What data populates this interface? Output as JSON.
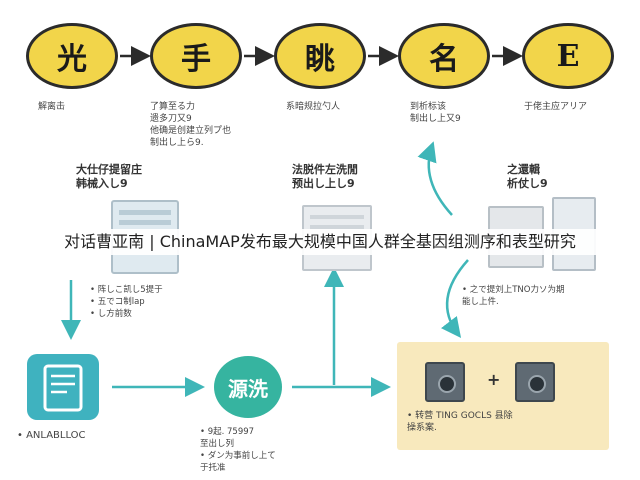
{
  "stages": [
    {
      "symbol": "光",
      "caption": "解离击"
    },
    {
      "symbol": "手",
      "caption": "了算至る力\n遗多刀又9\n他确是创建立列プ也\n制出し上ら9."
    },
    {
      "symbol": "眺",
      "caption": "系暗规拉勺人"
    },
    {
      "symbol": "名",
      "caption": "到析标该\n制出し上又9"
    },
    {
      "symbol": "E",
      "caption": "于佬主应アリア"
    }
  ],
  "middle_row": {
    "left_label": "大仕仔提留庄\n韩械入し9",
    "center_label": "法脱件左洗閒\n预出し上し9",
    "right_label": "之還輯\n析仗し9"
  },
  "overlay_title": "对话曹亚南 | ChinaMAP发布最大规模中国人群全基因组测序和表型研究",
  "notes": {
    "left_mid": "• 阵しこ凯し5提于\n• 五でコ制lap\n• し方前数",
    "right_mid": "• 之で提刘上TNO力ソ为期\n  能し上件."
  },
  "bottom_row": {
    "left_label": "• ANLABLLOC",
    "center_symbol": "源洗",
    "center_note": "• 9起. 75997\n  至出し列\n• ダン为事前し上て\n  于托准",
    "right_caption": "• 转营 TING GOCLS 县除\n  操系案.",
    "plus": "+"
  },
  "colors": {
    "yellow": "#f2d54a",
    "teal": "#3fb2bf",
    "arrow": "#3fb6b8",
    "cream": "#f8e9bd"
  }
}
